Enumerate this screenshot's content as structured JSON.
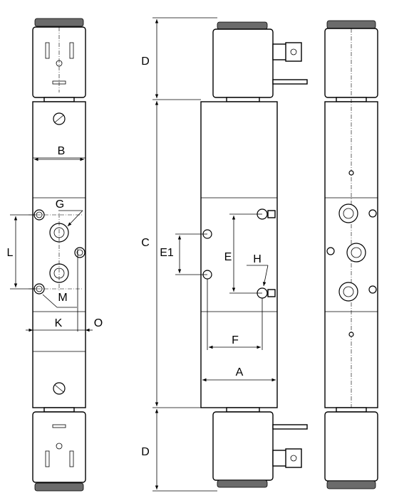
{
  "labels": {
    "A": "A",
    "B": "B",
    "C": "C",
    "D_top": "D",
    "D_bottom": "D",
    "E": "E",
    "E1": "E1",
    "F": "F",
    "G": "G",
    "H": "H",
    "K": "K",
    "L": "L",
    "M": "M",
    "O": "O"
  }
}
